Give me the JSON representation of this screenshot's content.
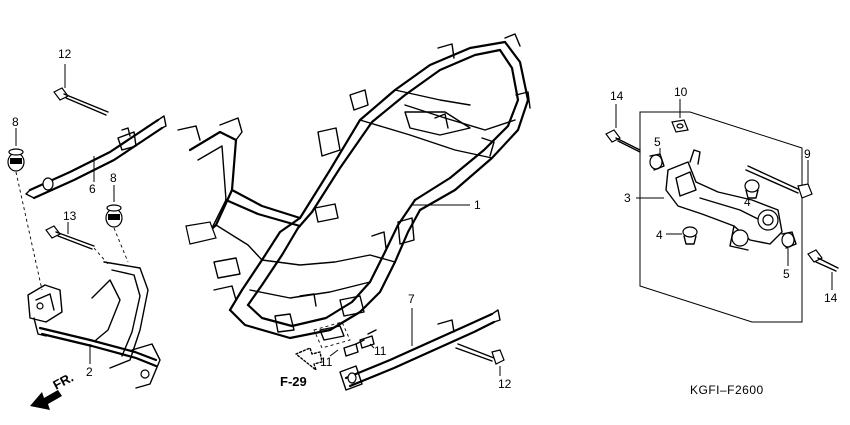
{
  "callouts": {
    "c1": "1",
    "c2": "2",
    "c3": "3",
    "c4a": "4",
    "c4b": "4",
    "c5a": "5",
    "c5b": "5",
    "c6": "6",
    "c7": "7",
    "c8a": "8",
    "c8b": "8",
    "c9": "9",
    "c10": "10",
    "c11a": "11",
    "c11b": "11",
    "c12a": "12",
    "c12b": "12",
    "c13": "13",
    "c14a": "14",
    "c14b": "14"
  },
  "reference": "F-29",
  "front_marker": "FR.",
  "diagram_code": "KGFI–F2600"
}
